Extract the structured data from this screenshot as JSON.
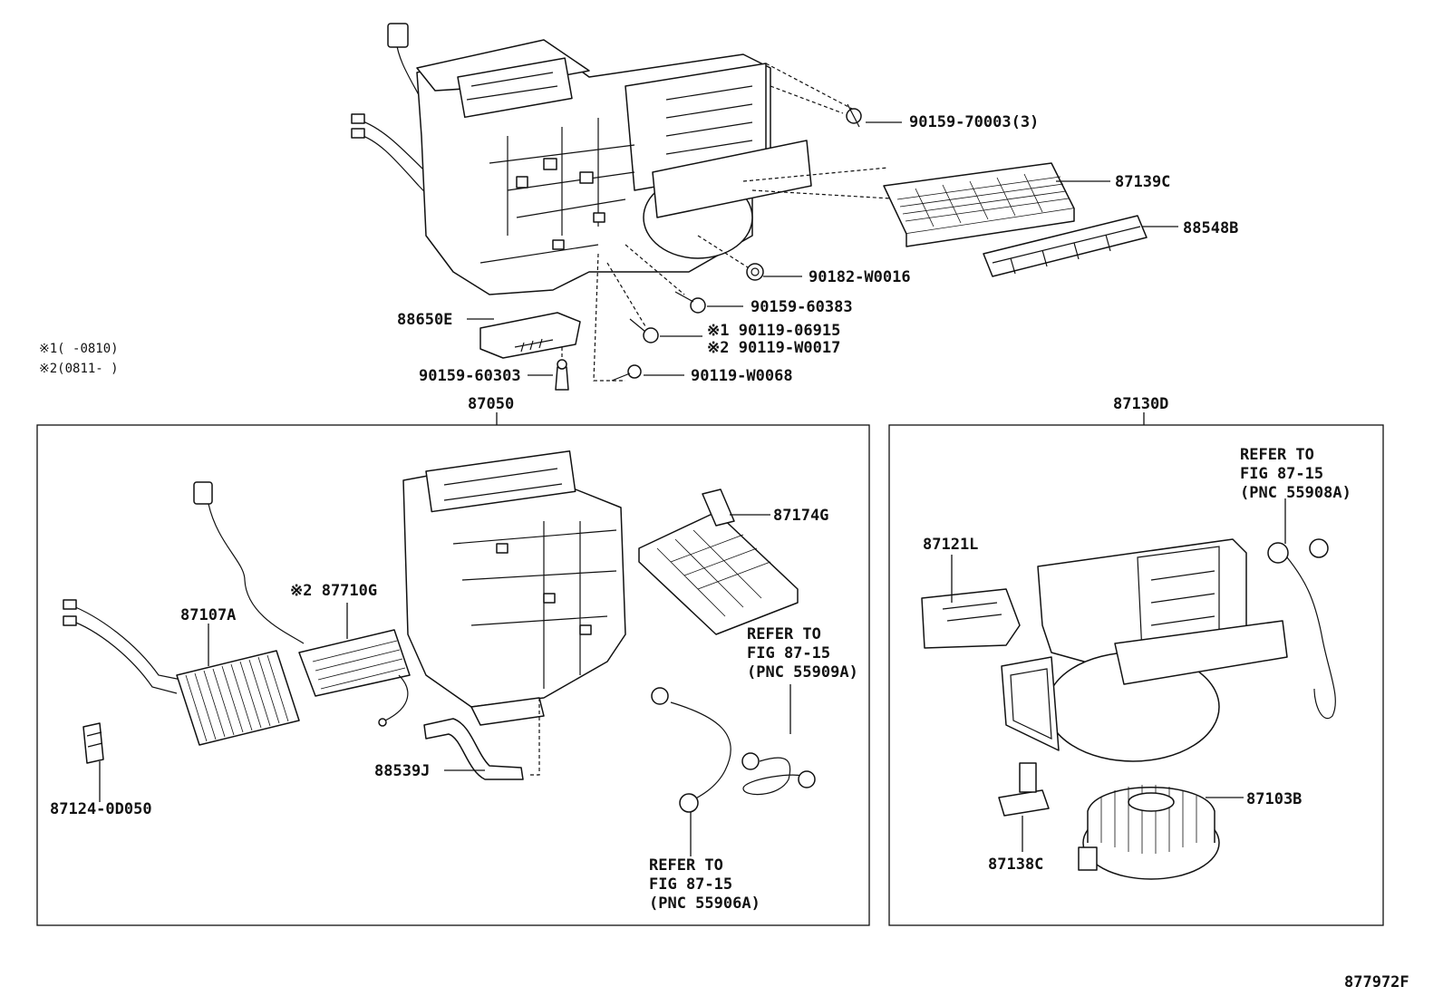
{
  "labels": {
    "p90159_70003": "90159-70003(3)",
    "p87139C": "87139C",
    "p88548B": "88548B",
    "p90182_W0016": "90182-W0016",
    "p90159_60383": "90159-60383",
    "p90119_06915": "※1 90119-06915",
    "p90119_W0017": "※2 90119-W0017",
    "p90119_W0068": "90119-W0068",
    "p88650E": "88650E",
    "p90159_60303": "90159-60303",
    "note1": "※1(     -0810)",
    "note2": "※2(0811-     )",
    "p87050": "87050",
    "p87130D": "87130D",
    "p87174G": "87174G",
    "p87710G": "※2 87710G",
    "p87107A": "87107A",
    "p87124_0D050": "87124-0D050",
    "p88539J": "88539J",
    "refer_55909A": [
      "REFER TO",
      "FIG 87-15",
      "(PNC 55909A)"
    ],
    "refer_55906A": [
      "REFER TO",
      "FIG 87-15",
      "(PNC 55906A)"
    ],
    "refer_55908A": [
      "REFER TO",
      "FIG 87-15",
      "(PNC 55908A)"
    ],
    "p87121L": "87121L",
    "p87103B": "87103B",
    "p87138C": "87138C",
    "figure_id": "877972F"
  }
}
